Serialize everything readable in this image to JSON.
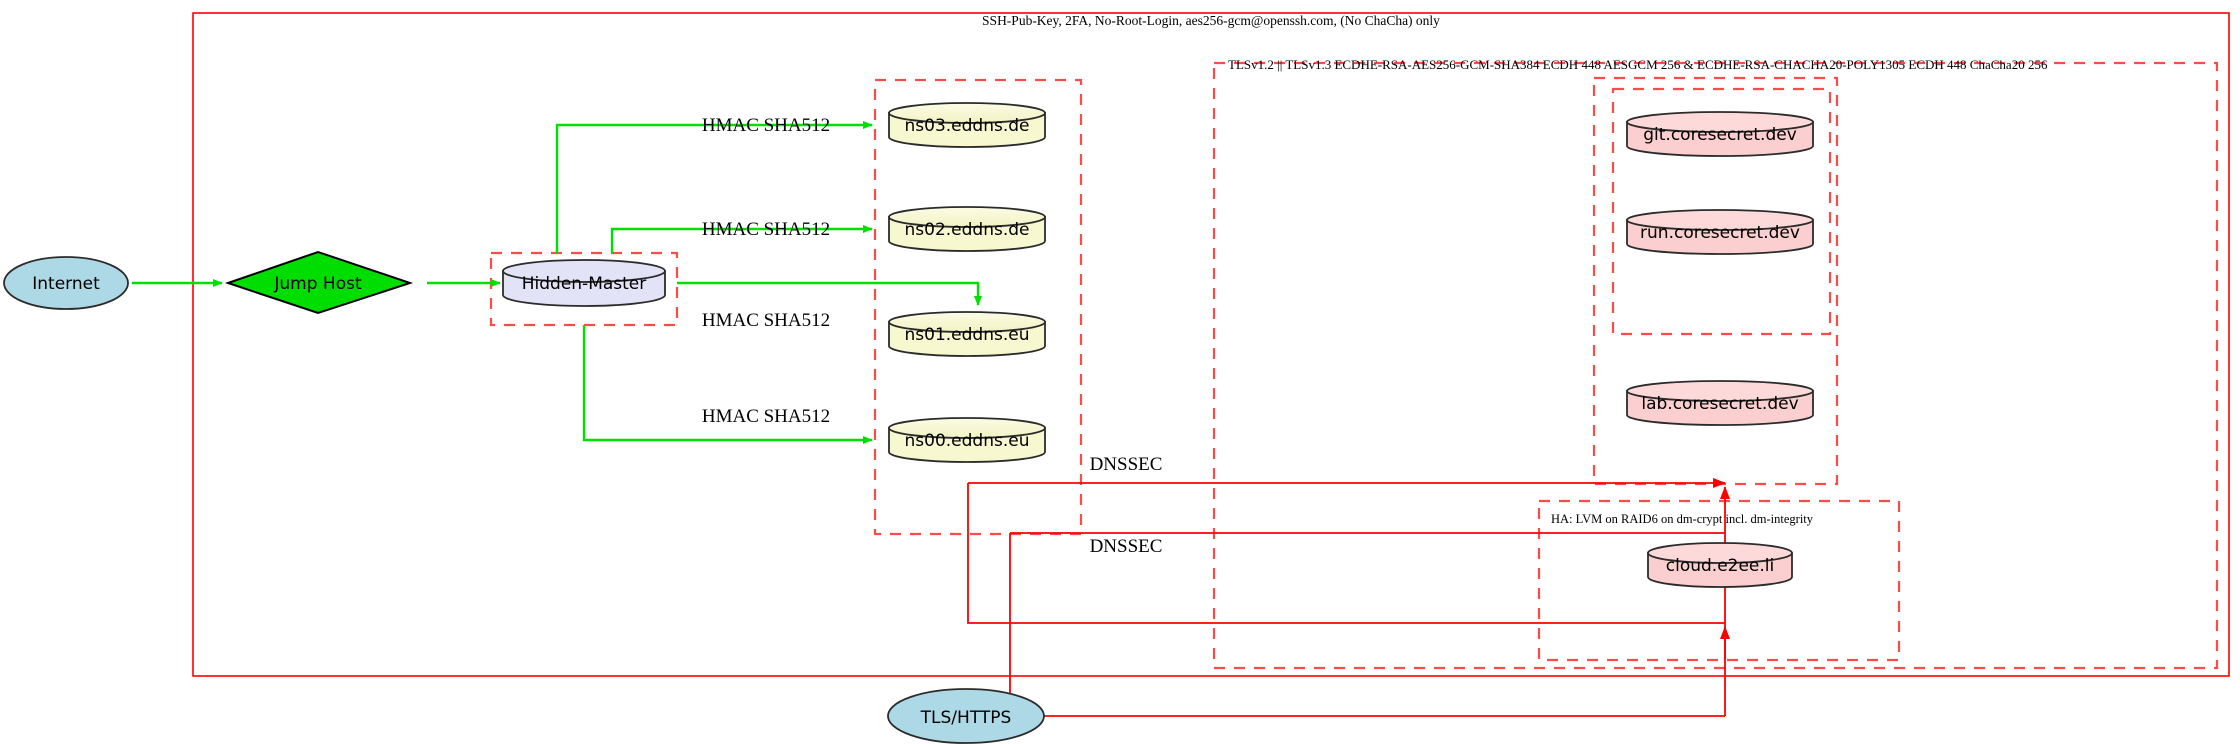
{
  "diagram": {
    "title_top_boundary_label": "SSH-Pub-Key, 2FA, No-Root-Login, aes256-gcm@openssh.com, (No ChaCha) only",
    "tls_boundary_label": "TLSv1.2 || TLSv1.3 ECDHE-RSA-AES256-GCM-SHA384 ECDH 448 AESGCM 256 & ECDHE-RSA-CHACHA20-POLY1305 ECDH 448 ChaCha20 256",
    "ha_boundary_label": "HA: LVM on RAID6 on dm-crypt incl. dm-integrity",
    "colors": {
      "boundary_red": "#ff0000",
      "dashed_red": "#fb4c4c",
      "edge_green": "#00e000",
      "internet_fill": "#add8e6",
      "jumphost_fill": "#00dd00",
      "master_fill": "#e3e3f8",
      "dns_fill": "#f8f8d0",
      "secret_fill": "#fbcfcf",
      "stroke_dark": "#2b2b2b"
    },
    "nodes": {
      "internet": "Internet",
      "jump_host": "Jump Host",
      "hidden_master": "Hidden-Master",
      "ns03": "ns03.eddns.de",
      "ns02": "ns02.eddns.de",
      "ns01": "ns01.eddns.eu",
      "ns00": "ns00.eddns.eu",
      "git": "git.coresecret.dev",
      "run": "run.coresecret.dev",
      "lab": "lab.coresecret.dev",
      "cloud": "cloud.e2ee.li",
      "tls_https": "TLS/HTTPS"
    },
    "edge_labels": {
      "hmac_ns03": "HMAC SHA512",
      "hmac_ns02": "HMAC SHA512",
      "hmac_ns01": "HMAC SHA512",
      "hmac_ns00": "HMAC SHA512",
      "dnssec_upper": "DNSSEC",
      "dnssec_lower": "DNSSEC"
    }
  }
}
